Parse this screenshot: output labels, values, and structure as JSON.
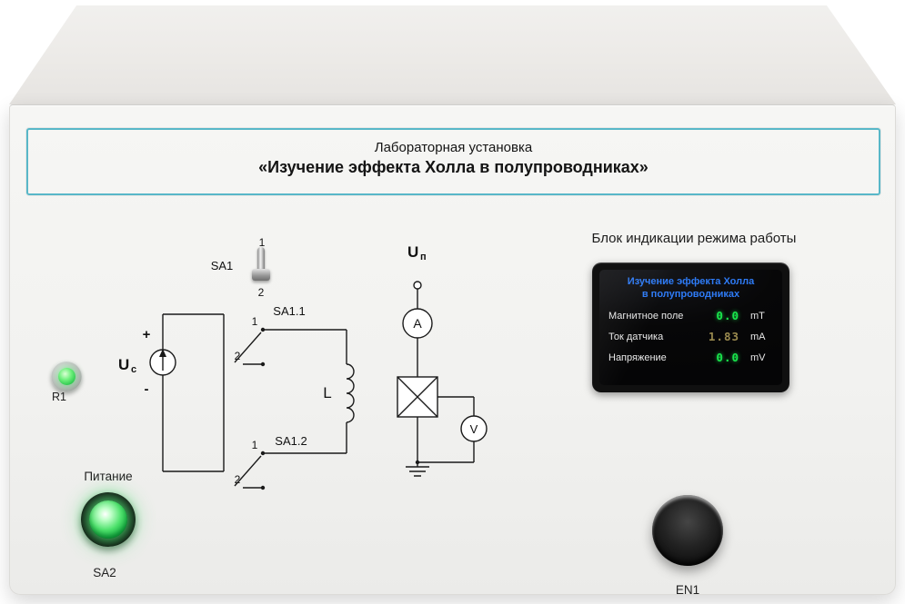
{
  "device": {
    "title_line1": "Лабораторная установка",
    "title_line2": "«Изучение эффекта Холла в полупроводниках»"
  },
  "schematic": {
    "sa1": {
      "label": "SA1",
      "pos1": "1",
      "pos2": "2"
    },
    "sw11": {
      "label": "SA1.1",
      "c1": "1",
      "c2": "2"
    },
    "sw12": {
      "label": "SA1.2",
      "c1": "1",
      "c2": "2"
    },
    "source": {
      "plus": "+",
      "minus": "-",
      "u_main": "U",
      "u_sub": "с"
    },
    "r1_label": "R1",
    "inductor": "L",
    "supply": {
      "u_main": "U",
      "u_sub": "п"
    },
    "ammeter": "A",
    "voltmeter": "V"
  },
  "indicator": {
    "heading": "Блок индикации режима работы",
    "screen_title1": "Изучение эффекта Холла",
    "screen_title2": "в полупроводниках",
    "rows": [
      {
        "label": "Магнитное поле",
        "value": "0.0",
        "unit": "mT"
      },
      {
        "label": "Ток датчика",
        "value": "1.83",
        "unit": "mA"
      },
      {
        "label": "Напряжение",
        "value": "0.0",
        "unit": "mV"
      }
    ]
  },
  "controls": {
    "power_title": "Питание",
    "power_name": "SA2",
    "encoder_name": "EN1"
  },
  "colors": {
    "title_border": "#58b7c8",
    "screen_title_text": "#2e7bf6",
    "value_active": "#19e54c",
    "value_dim": "#9a8a4f",
    "power_glow": "#35d45f"
  }
}
